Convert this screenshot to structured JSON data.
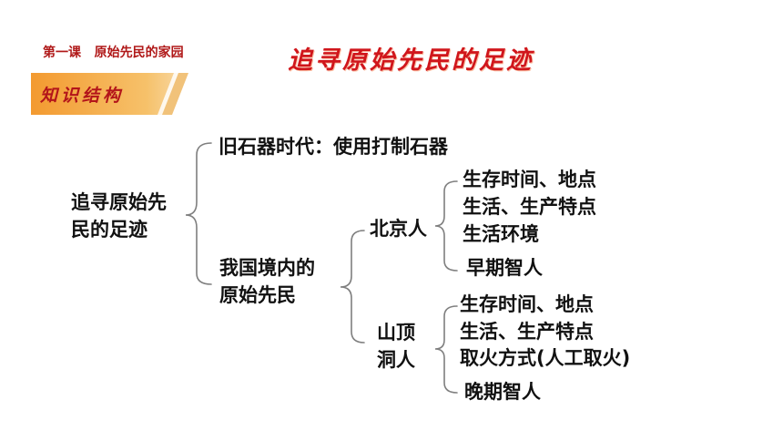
{
  "header": {
    "lesson": "第一课   原始先民的家园",
    "title": "追寻原始先民的足迹",
    "tag": "知识结构"
  },
  "tree": {
    "root": "追寻原始先\n民的足迹",
    "branch1": "旧石器时代：使用打制石器",
    "branch2": "我国境内的\n原始先民",
    "beijing": {
      "label": "北京人",
      "items": [
        "生存时间、地点",
        "生活、生产特点",
        "生活环境",
        "早期智人"
      ]
    },
    "shanding": {
      "label": "山顶\n洞人",
      "items": [
        "生存时间、地点",
        "生活、生产特点",
        "取火方式(人工取火)",
        "晚期智人"
      ]
    }
  },
  "colors": {
    "accent_red": "#d0161c",
    "banner_orange": "#f3a93c",
    "brace_gray": "#7f7f7f"
  }
}
